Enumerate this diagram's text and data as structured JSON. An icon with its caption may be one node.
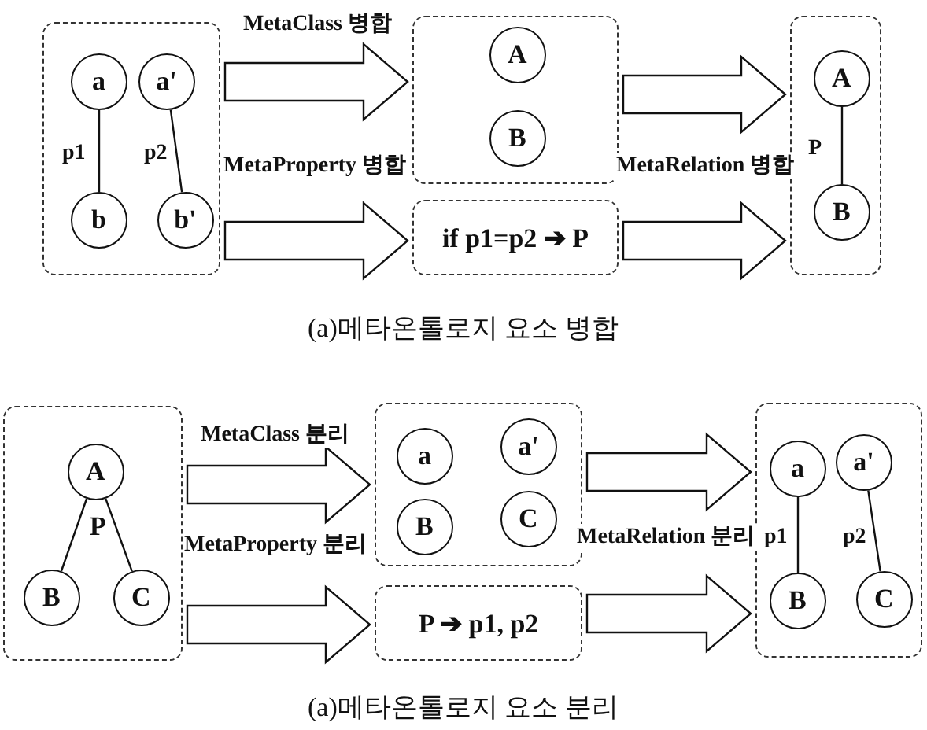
{
  "diagram": {
    "nodes": [
      {
        "text": [],
        "shape": "box"
      },
      {
        "text": [
          "a"
        ],
        "in": 0
      },
      {
        "text": [
          "a'"
        ],
        "in": 0
      },
      {
        "text": [
          "b"
        ],
        "in": 0
      },
      {
        "text": [
          "b'"
        ],
        "in": 0
      },
      {
        "text": [],
        "shape": "box"
      },
      {
        "text": [
          "A"
        ],
        "in": 5
      },
      {
        "text": [
          "B"
        ],
        "in": 5
      },
      {
        "text": [
          "if p1=p2 ➔ P"
        ]
      },
      {
        "text": [],
        "shape": "box"
      },
      {
        "text": [
          "A"
        ],
        "in": 9
      },
      {
        "text": [
          "B"
        ],
        "in": 9
      },
      {
        "text": [],
        "shape": "box"
      },
      {
        "text": [
          "A"
        ],
        "in": 12
      },
      {
        "text": [
          "B"
        ],
        "in": 12
      },
      {
        "text": [
          "C"
        ],
        "in": 12
      },
      {
        "text": [],
        "shape": "box"
      },
      {
        "text": [
          "a"
        ],
        "in": 16
      },
      {
        "text": [
          "a'"
        ],
        "in": 16
      },
      {
        "text": [
          "B"
        ],
        "in": 16
      },
      {
        "text": [
          "C"
        ],
        "in": 16
      },
      {
        "text": [
          "P ➔ p1, p2"
        ]
      },
      {
        "text": [],
        "shape": "box"
      },
      {
        "text": [
          "a"
        ],
        "in": 22
      },
      {
        "text": [
          "a'"
        ],
        "in": 22
      },
      {
        "text": [
          "B"
        ],
        "in": 22
      },
      {
        "text": [
          "C"
        ],
        "in": 22
      }
    ],
    "edges": [
      {
        "from": 1,
        "to": 3,
        "arrow": "none",
        "label": "p1"
      },
      {
        "from": 2,
        "to": 4,
        "arrow": "none",
        "label": "p2"
      },
      {
        "from": 0,
        "to": 5,
        "arrow": "to",
        "label": "MetaClass 병합"
      },
      {
        "from": 0,
        "to": 8,
        "arrow": "to",
        "label": "MetaProperty 병합"
      },
      {
        "from": 5,
        "to": 9,
        "arrow": "to",
        "label": "MetaRelation 병합"
      },
      {
        "from": 8,
        "to": 9,
        "arrow": "to"
      },
      {
        "from": 10,
        "to": 11,
        "arrow": "none",
        "label": "P"
      },
      {
        "from": 13,
        "to": 14,
        "arrow": "none"
      },
      {
        "from": 13,
        "to": 15,
        "arrow": "none"
      },
      {
        "from": 12,
        "to": 16,
        "arrow": "to",
        "label": "MetaClass 분리"
      },
      {
        "from": 12,
        "to": 21,
        "arrow": "to",
        "label": "MetaProperty 분리"
      },
      {
        "from": 16,
        "to": 22,
        "arrow": "to",
        "label": "MetaRelation 분리"
      },
      {
        "from": 21,
        "to": 22,
        "arrow": "to"
      },
      {
        "from": 23,
        "to": 25,
        "arrow": "none",
        "label": "p1"
      },
      {
        "from": 24,
        "to": 26,
        "arrow": "none",
        "label": "p2"
      }
    ],
    "labels": [
      "(a)메타온톨로지 요소 병합",
      "P",
      "(a)메타온톨로지 요소 분리"
    ]
  }
}
